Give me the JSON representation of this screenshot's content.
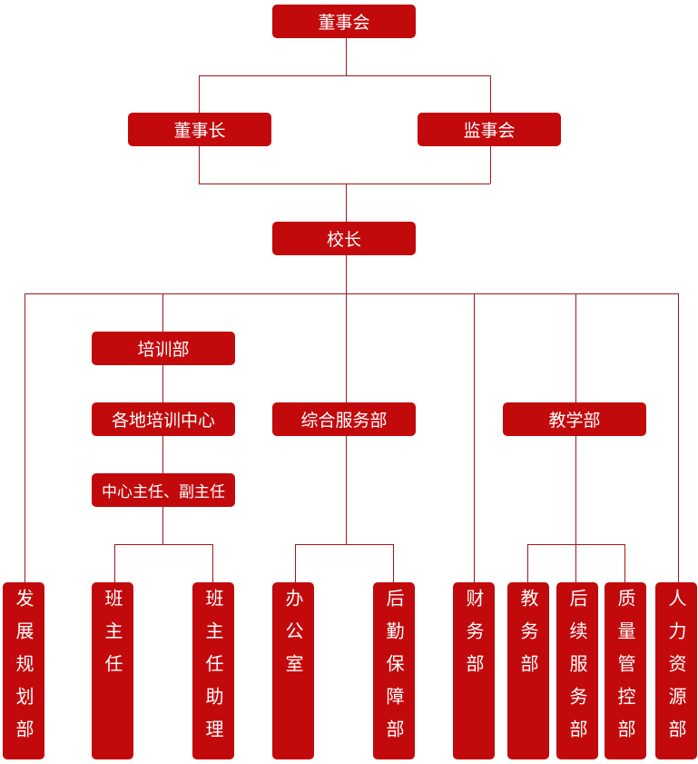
{
  "colors": {
    "box": "#c20a0c",
    "line": "#a5161a"
  },
  "nodes": {
    "board": "董事会",
    "chairman": "董事长",
    "supervisors": "监事会",
    "principal": "校长",
    "training": "培训部",
    "training_centers": "各地培训中心",
    "center_directors": "中心主任、副主任",
    "general_services": "综合服务部",
    "teaching": "教学部",
    "development": "发展规划部",
    "class_teacher": "班主任",
    "class_teacher_assistant": "班主任助理",
    "office": "办公室",
    "logistics": "后勤保障部",
    "finance": "财务部",
    "academic_affairs": "教务部",
    "follow_up": "后续服务部",
    "quality_control": "质量管控部",
    "hr": "人力资源部"
  }
}
